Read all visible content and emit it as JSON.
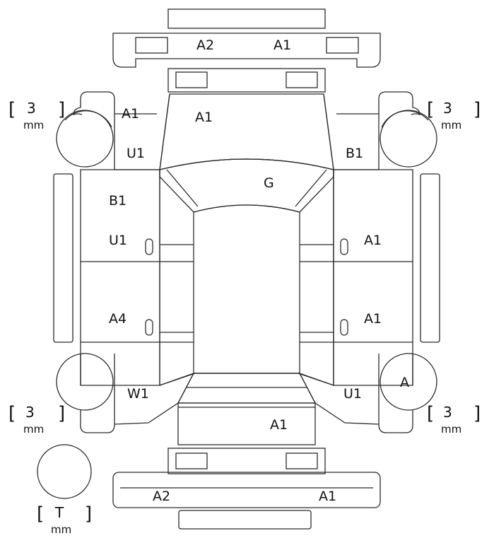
{
  "panels": {
    "front_bumper_left": "A2",
    "front_bumper_right": "A1",
    "hood_left": "A1",
    "hood_center": "A1",
    "front_right_fender": "B1",
    "front_left_fender": "U1",
    "roof": "G",
    "front_left_door_upper": "B1",
    "front_left_door": "U1",
    "rear_left_door": "A4",
    "front_right_door": "A1",
    "rear_right_door": "A1",
    "rear_left_quarter": "W1",
    "rear_right_wheel": "A",
    "rear_right_quarter": "U1",
    "trunk": "A1",
    "rear_bumper_left": "A2",
    "rear_bumper_right": "A1"
  },
  "tires": {
    "front_left": {
      "depth": "3",
      "unit": "mm"
    },
    "front_right": {
      "depth": "3",
      "unit": "mm"
    },
    "rear_left": {
      "depth": "3",
      "unit": "mm"
    },
    "rear_right": {
      "depth": "3",
      "unit": "mm"
    },
    "spare": {
      "depth": "T",
      "unit": "mm"
    }
  },
  "bracket_open": "[",
  "bracket_close": "]"
}
